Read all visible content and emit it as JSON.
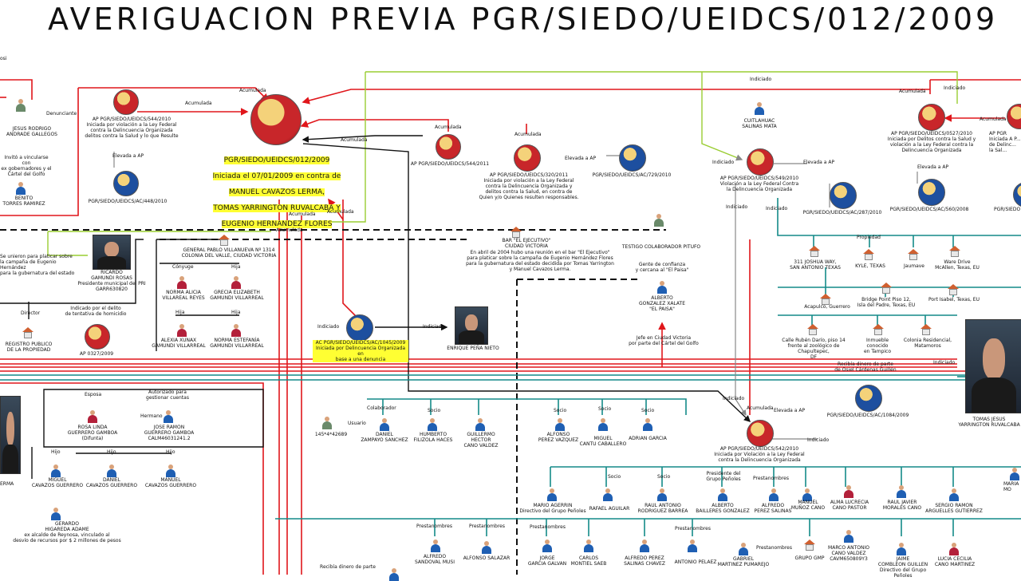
{
  "title": "AVERIGUACION PREVIA PGR/SIEDO/UEIDCS/012/2009",
  "edge_text": {
    "osi": "osi",
    "acumulada": "Acumulada",
    "indiciado": "Indiciado",
    "denunciante": "Denunciante",
    "elevada_ap": "Elevada a AP",
    "colaborador": "Colaborador",
    "usuario": "Usuario",
    "socio": "Socio",
    "hermano": "Hermano",
    "esposa": "Esposa",
    "hijo": "Hijo",
    "hija": "Hija",
    "conyuge": "Cónyuge",
    "director": "Director",
    "propiedad": "Propiedad",
    "prestanombres": "Prestanombres",
    "presidente_penoles": "Presidente del\nGrupo Peñoles",
    "autorizado": "Autorizado para\ngestionar cuentas",
    "recibia1": "Recibía dinero de parte\nde Osiel Cárdenas Guillén",
    "recibia2": "Recibía dinero de parte"
  },
  "central": {
    "line1": "PGR/SIEDO/UEIDCS/012/2009",
    "line2": "Iniciada el 07/01/2009 en contra de",
    "line3": "MANUEL CAVAZOS LERMA,",
    "line4": "TOMAS YARRINGTON RUVALCABA Y",
    "line5": "EUGENIO HERNANDEZ FLORES"
  },
  "labels": {
    "jesus": "JESUS RODRIGO\nANDRADE GALLEGOS",
    "invito": "Invitó a vincularse con\nex gobernadores y el\nCártel del Golfo",
    "benito": "BENITO\nTORRES RAMIREZ",
    "ap544a": "AP PGR/SIEDO/UEIDCS/544/2010\nIniciada por violación a la Ley Federal\ncontra la Delincuencia Organizada\ndelitos contra la Salud y lo que Resulte",
    "ac448": "PGR/SIEDO/UEIDCS/AC/448/2010",
    "ap544b": "AP PGR/SIEDO/UEIDCS/544/2011",
    "ap320": "AP PGR/SIEDO/UEIDCS/320/2011\nIniciada por violación a la Ley Federal\ncontra la Delincuencia Organizada y\ndelitos contra la Salud, en contra de\nQuien y/o Quienes resulten responsables.",
    "ac729": "PGR/SIEDO/UEIDCS/AC/729/2010",
    "cuitlahuac": "CUITLAHUAC\nSALINAS MATA",
    "ap549": "AP PGR/SIEDO/UEIDCS/549/2010\nViolación a la Ley Federal Contra\nla Delincuencia Organizada",
    "ac287": "PGR/SIEDO/UEIDCS/AC/287/2010",
    "ap527": "AP PGR/SIEDO/UEIDCS/0527/2010\nIniciada por Delitos contra la Salud y\nviolación a la Ley Federal contra la\nDelincuencia Organizada",
    "ac560": "PGR/SIEDO/UEIDCS/AC/560/2008",
    "ap_right": "AP PGR\nIniciada A P...\nde Delinc...\nla Sal...",
    "ac_right": "PGR/SIEDO",
    "se_unieron": "Se unieron para platicar sobre\nla campaña de Eugenio Hernández\npara la gubernatura del estado",
    "ricardo": "RICARDO\nGAMUNDI ROSAS\nPresidente municipal del PRI\nGARR630820",
    "indicado_delito": "Indicado por el delito\nde tentativa de homicidio",
    "registro": "REGISTRO PUBLICO\nDE LA PROPIEDAD",
    "ap0327": "AP 0327/2009",
    "general": "GENERAL PABLO VILLANUEVA Nº 1314\nCOLONIA DEL VALLE, CIUDAD VICTORIA",
    "norma_alicia": "NORMA ALICIA\nVILLAREAL REYES",
    "grecia": "GRECIA ELIZABETH\nGAMUNDI VILLARREAL",
    "alexia": "ALEXIA XUNAX\nGAMUNDI VILLARREAL",
    "norma_estefania": "NORMA ESTEFANÍA\nGAMUNDI VILLARREAL",
    "ac1045": "AC PGR/SIEDO/UEIDCS/AC/1045/2009\nIniciada por Delincuencia Organizada en\nbase a una denuncia",
    "enrique": "ENRIQUE PEÑA NIETO",
    "bar": "BAR \"EL EJECUTIVO\"\nCIUDAD VICTORIA",
    "bar_text": "En abril de 2004 hubo una reunión en el bar \"El Ejecutivo\"\npara platicar sobre la campaña de Eugenio Hernández Flores\npara la gubernatura del estado decidida por Tomas Yarrington\ny Manuel Cavazos Lerma.",
    "testigo": "TESTIGO COLABORADOR PITUFO",
    "gente": "Gente de confianza\ny cercana al \"El Paisa\"",
    "alberto_paisa": "ALBERTO\nGONZALEZ XALATE\n\"EL PAISA\"",
    "jefe": "Jefe en Ciudad Victoria\npor parte del Cártel del Golfo",
    "joshua": "311 JOSHUA WAY,\nSAN ANTONIO TEXAS",
    "kyle": "KYLE, TEXAS",
    "jaumave": "Jaumave",
    "ware": "Ware Drive\nMcAllen, Texas, EU",
    "acapulco": "Acapulco, Guerrero",
    "bridge": "Bridge Point Piso 12,\nIsla del Padre, Texas, EU",
    "port": "Port Isabel, Texas, EU",
    "calle_ruben": "Calle Rubén Darío, piso 14\nfrente al zoológico de Chapultepec,\nDF",
    "inmueble": "Inmueble conocido\nen Tampico",
    "colonia": "Colonia Residencial,\nMatamoros",
    "tomas": "TOMAS JESUS\nYARRINGTON RUVALCABA",
    "esposa_name": "ROSA LINDA\nGUERRERO GAMBOA\n(Difunta)",
    "jose_ramon": "JOSE RAMON\nGUERRERO GAMBOA\nCALM46031241.2",
    "cerma": "ERMA",
    "miguel_cg": "MIGUEL\nCAVAZOS GUERRERO",
    "daniel_cg": "DANIEL\nCAVAZOS GUERRERO",
    "manuel_cg": "MANUEL\nCAVAZOS GUERRERO",
    "gerardo": "GERARDO\nHIGAREDA ADAME\nex alcalde de Reynosa, vinculado al\ndesvío de recursos por $ 2 millones de pesos",
    "phone": "145*4*42689",
    "daniel_z": "DANIEL\nZAMPAYO SANCHEZ",
    "humberto": "HUMBERTO\nFILIZOLA HACES",
    "guillermo": "GUILLERMO HECTOR\nCANO VALDEZ",
    "alfonso_p": "ALFONSO\nPEREZ VAZQUEZ",
    "miguel_c": "MIGUEL\nCANTU CABALLERO",
    "adrian": "ADRIAN GARCIA",
    "ac1084": "PGR/SIEDO/UEIDCS/AC/1084/2009",
    "ap542": "AP PGR/SIEDO/UEIDCS/542/2010\nIniciada por Violación a la Ley Federal\ncontra la Delincuencia Organizada",
    "mario": "MARIO AGERRIN\nDirectivo del Grupo Peñoles",
    "rafael": "RAFAEL AGUILAR",
    "raul_r": "RAUL ANTONIO\nRODRIGUEZ BARREA",
    "alberto_b": "ALBERTO\nBAILLERES GONZALEZ",
    "alfredo_ps": "ALFREDO\nPEREZ SALINAS",
    "manuel_m": "MANUEL\nMUÑOZ CANO",
    "alma": "ALMA LUCRECIA\nCANO PASTOR",
    "raul_m": "RAUL JAVIER\nMORALES CANO",
    "sergio": "SERGIO RAMON\nARGUELLES GUTIERREZ",
    "maria_right": "MARIA\nMO",
    "alfredo_s": "ALFREDO\nSANDOVAL MUSI",
    "alfonso_s": "ALFONSO SALAZAR",
    "jorge": "JORGE\nGARCIA GALVAN",
    "carlos": "CARLOS\nMONTIEL SAEB",
    "alfredo_pch": "ALFREDO PEREZ\nSALINAS CHAVEZ",
    "antonio": "ANTONIO PELAEZ",
    "gabriel": "GABRIEL\nMARTINEZ PUMAREJO",
    "grupo": "GRUPO GMP",
    "marco": "MARCO ANTONIO\nCANO VALDEZ\nCAVM650809Y3",
    "jaime": "JAIME\nCOMBLEON GUILLEN\nDirectivo del Grupo Peñoles",
    "lucia": "LUCIA CECILIA\nCANO MARTINEZ"
  },
  "colors": {
    "red": "#e0161b",
    "teal": "#148a88",
    "green": "#9acd32",
    "black": "#111111",
    "gray": "#888888",
    "highlight": "#ffff33"
  }
}
